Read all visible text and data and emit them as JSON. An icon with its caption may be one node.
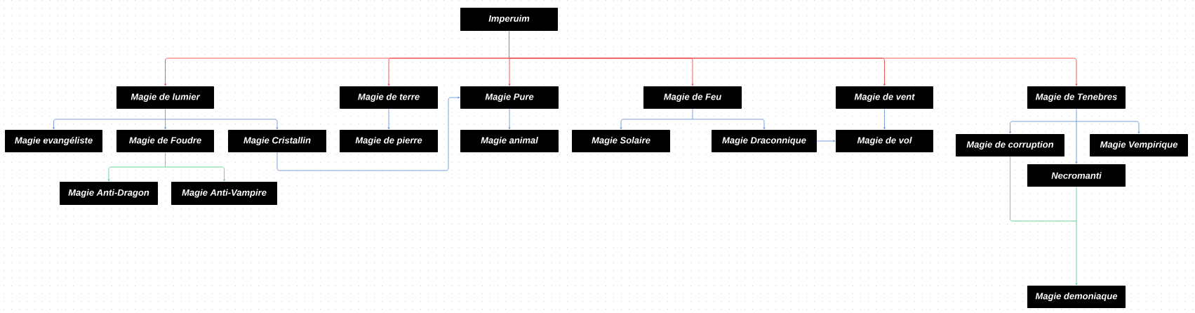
{
  "diagram": {
    "nodes": [
      {
        "text": [
          "Imperuim"
        ]
      },
      {
        "text": [
          "Magie de lumier"
        ]
      },
      {
        "text": [
          "Magie de terre"
        ]
      },
      {
        "text": [
          "Magie Pure"
        ]
      },
      {
        "text": [
          "Magie de Feu"
        ]
      },
      {
        "text": [
          "Magie de vent"
        ]
      },
      {
        "text": [
          "Magie de Tenebres"
        ]
      },
      {
        "text": [
          "Magie evangéliste"
        ]
      },
      {
        "text": [
          "Magie de Foudre"
        ]
      },
      {
        "text": [
          "Magie Cristallin"
        ]
      },
      {
        "text": [
          "Magie de pierre"
        ]
      },
      {
        "text": [
          "Magie animal"
        ]
      },
      {
        "text": [
          "Magie Solaire"
        ]
      },
      {
        "text": [
          "Magie Draconnique"
        ]
      },
      {
        "text": [
          "Magie de vol"
        ]
      },
      {
        "text": [
          "Magie de corruption"
        ]
      },
      {
        "text": [
          "Magie Vempirique"
        ]
      },
      {
        "text": [
          "Magie Anti-Dragon"
        ]
      },
      {
        "text": [
          "Magie Anti-Vampire"
        ]
      },
      {
        "text": [
          "Necromanti"
        ]
      },
      {
        "text": [
          "Magie demoniaque"
        ]
      }
    ],
    "edges": [
      {
        "from": 0,
        "to": 1,
        "arrow": "to",
        "color": "#ee4b4b"
      },
      {
        "from": 0,
        "to": 2,
        "arrow": "to",
        "color": "#ee4b4b"
      },
      {
        "from": 0,
        "to": 3,
        "arrow": "to",
        "color": "#ee4b4b"
      },
      {
        "from": 0,
        "to": 4,
        "arrow": "to",
        "color": "#ee4b4b"
      },
      {
        "from": 0,
        "to": 5,
        "arrow": "to",
        "color": "#ee4b4b"
      },
      {
        "from": 0,
        "to": 6,
        "arrow": "to",
        "color": "#ee4b4b"
      },
      {
        "from": 1,
        "to": 7,
        "arrow": "to"
      },
      {
        "from": 1,
        "to": 8,
        "arrow": "to"
      },
      {
        "from": 1,
        "to": 9,
        "arrow": "to"
      },
      {
        "from": 2,
        "to": 10,
        "arrow": "to"
      },
      {
        "from": 3,
        "to": 11,
        "arrow": "to"
      },
      {
        "from": 4,
        "to": 12,
        "arrow": "to"
      },
      {
        "from": 4,
        "to": 13,
        "arrow": "to"
      },
      {
        "from": 5,
        "to": 14,
        "arrow": "to"
      },
      {
        "from": 6,
        "to": 15,
        "arrow": "to"
      },
      {
        "from": 6,
        "to": 16,
        "arrow": "to"
      },
      {
        "from": 6,
        "to": 19,
        "arrow": "to"
      },
      {
        "from": 9,
        "to": 3,
        "arrow": "to"
      },
      {
        "from": 13,
        "to": 14,
        "arrow": "to"
      },
      {
        "from": 8,
        "to": 17,
        "arrow": "to",
        "color": "#5fcf90"
      },
      {
        "from": 8,
        "to": 18,
        "arrow": "to",
        "color": "#5fcf90"
      },
      {
        "from": 19,
        "to": 20,
        "arrow": "to",
        "color": "#5fcf90"
      },
      {
        "from": 15,
        "to": 20,
        "arrow": "to",
        "color": "#5fcf90"
      }
    ]
  }
}
